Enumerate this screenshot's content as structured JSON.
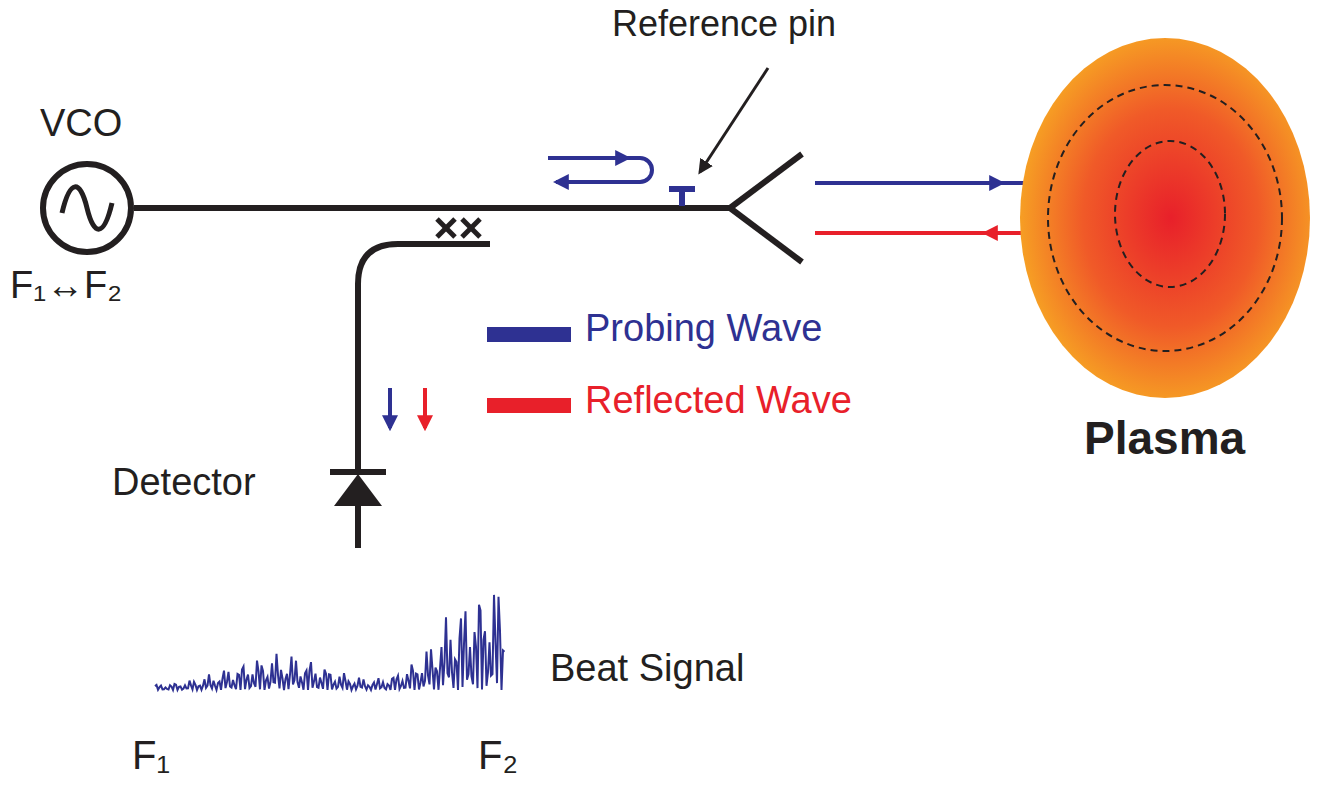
{
  "diagram": {
    "nodes": [
      {
        "text": [
          "VCO",
          "F₁↔F₂"
        ]
      },
      {
        "text": [
          "Plasma"
        ]
      }
    ],
    "labels": [
      "Reference pin",
      "Detector",
      "Beat Signal",
      "F₁",
      "F₂"
    ],
    "legend": [
      {
        "text": "Probing Wave",
        "color": "#2e3192"
      },
      {
        "text": "Reflected Wave",
        "color": "#e8202a"
      }
    ]
  }
}
